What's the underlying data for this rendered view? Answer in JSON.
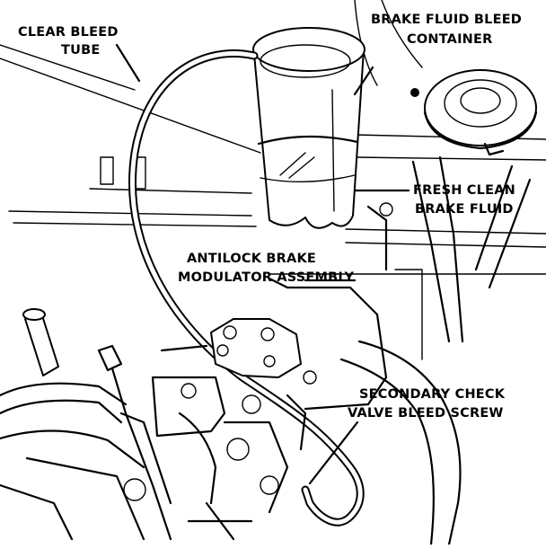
{
  "labels": {
    "clear_bleed_tube": [
      "CLEAR BLEED",
      "TUBE"
    ],
    "brake_fluid_bleed_container": [
      "BRAKE FLUID BLEED",
      "CONTAINER"
    ],
    "fresh_clean_brake_fluid": [
      "FRESH CLEAN",
      "BRAKE FLUID"
    ],
    "antilock_brake_modulator_assembly": [
      "ANTILOCK BRAKE",
      "MODULATOR ASSEMBLY"
    ],
    "secondary_check_valve_bleed_screw": [
      "SECONDARY CHECK",
      "VALVE BLEED SCREW"
    ]
  },
  "colors": {
    "ink": "#000000",
    "paper": "#ffffff"
  }
}
